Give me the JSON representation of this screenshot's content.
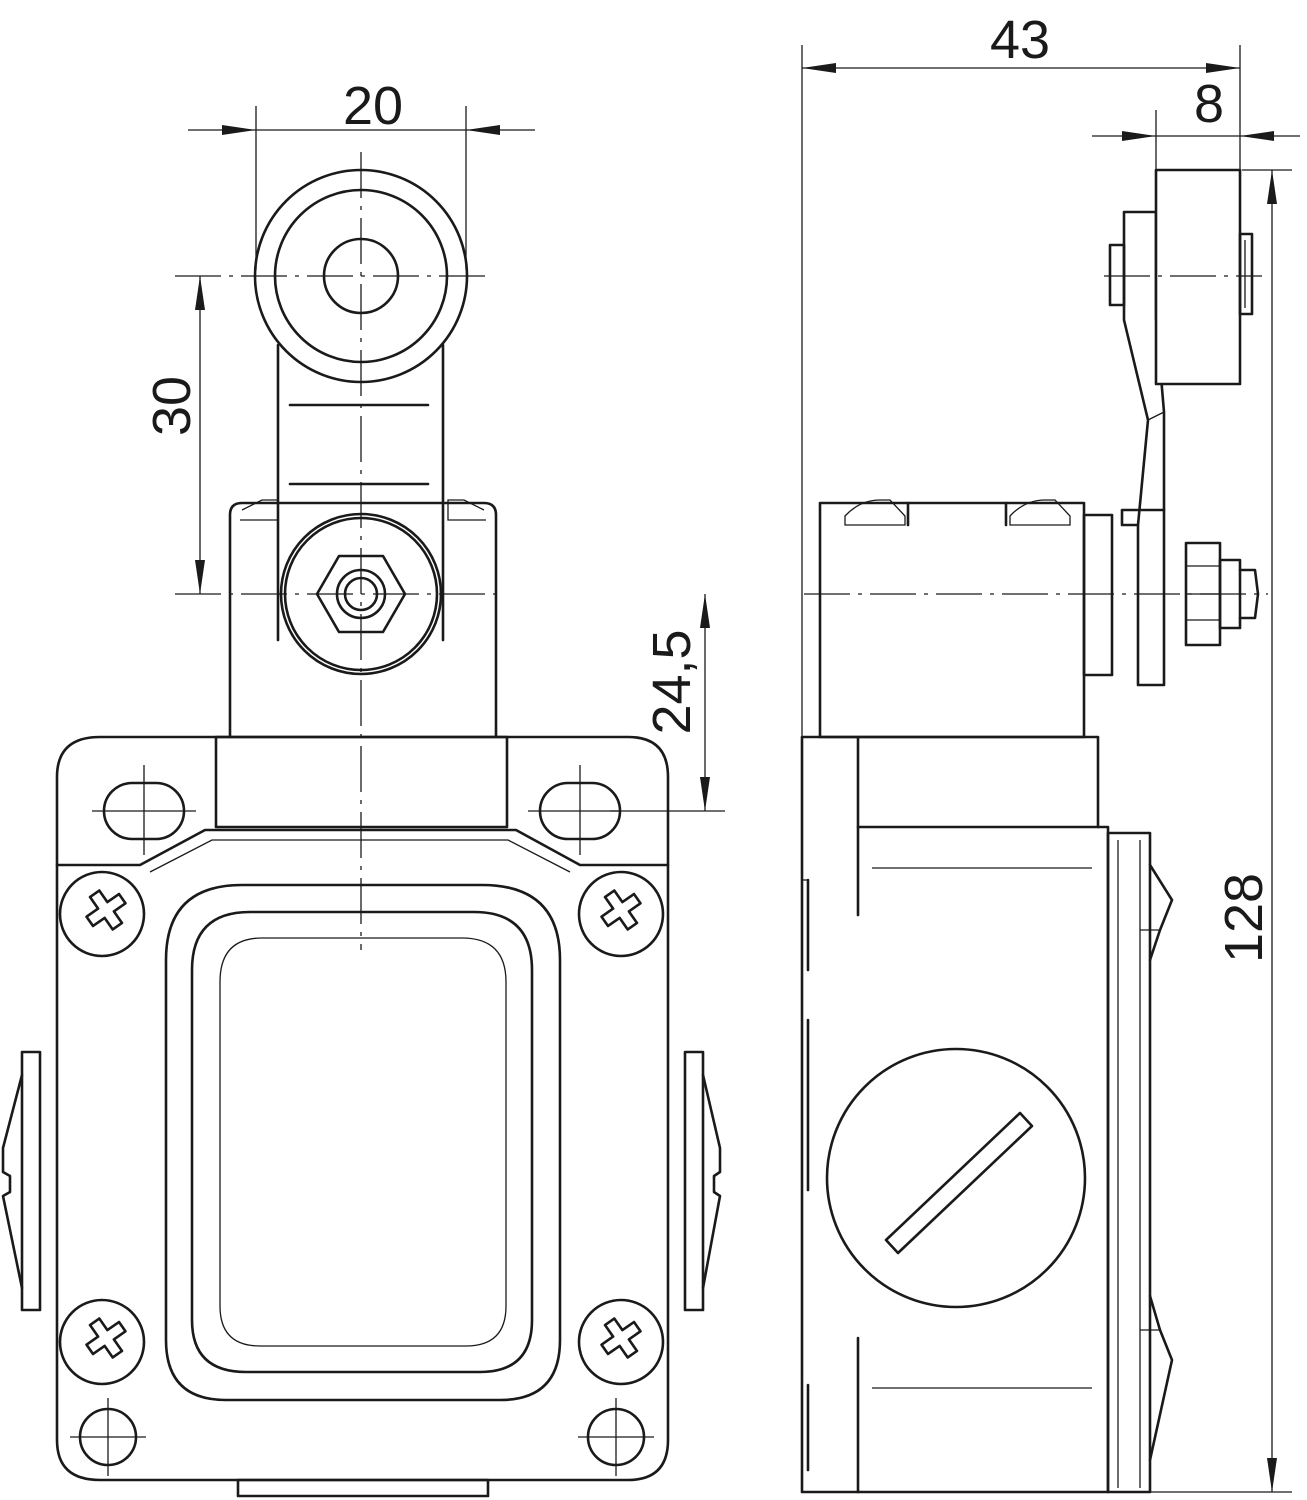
{
  "dimensions": {
    "roller_diameter": "20",
    "lever_length": "30",
    "axis_to_flange": "24,5",
    "total_depth": "43",
    "roller_width": "8",
    "total_height": "128"
  }
}
